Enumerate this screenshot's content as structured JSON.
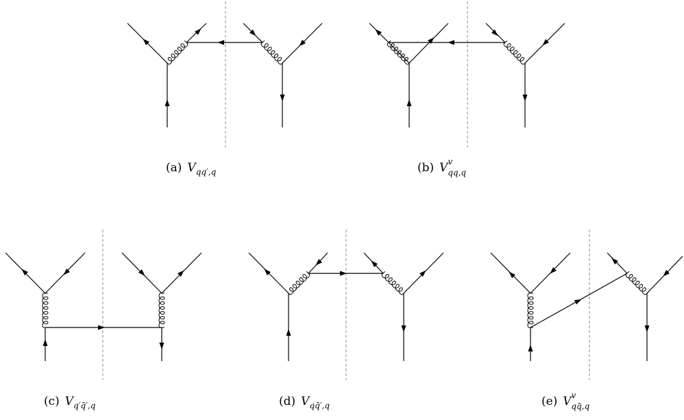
{
  "diagrams": [
    {
      "id": "a",
      "caption": {
        "tag": "(a)",
        "base": "V",
        "sub": "qq′,q",
        "sup": ""
      }
    },
    {
      "id": "b",
      "caption": {
        "tag": "(b)",
        "base": "V",
        "sub": "qq,q",
        "sup": "v"
      }
    },
    {
      "id": "c",
      "caption": {
        "tag": "(c)",
        "base": "V",
        "sub": "q′q̄′,q",
        "sup": ""
      }
    },
    {
      "id": "d",
      "caption": {
        "tag": "(d)",
        "base": "V",
        "sub": "qq̄′,q",
        "sup": ""
      }
    },
    {
      "id": "e",
      "caption": {
        "tag": "(e)",
        "base": "V",
        "sub": "qq̄,q",
        "sup": "v"
      }
    }
  ],
  "colors": {
    "line": "#000000",
    "cut": "#888888"
  }
}
